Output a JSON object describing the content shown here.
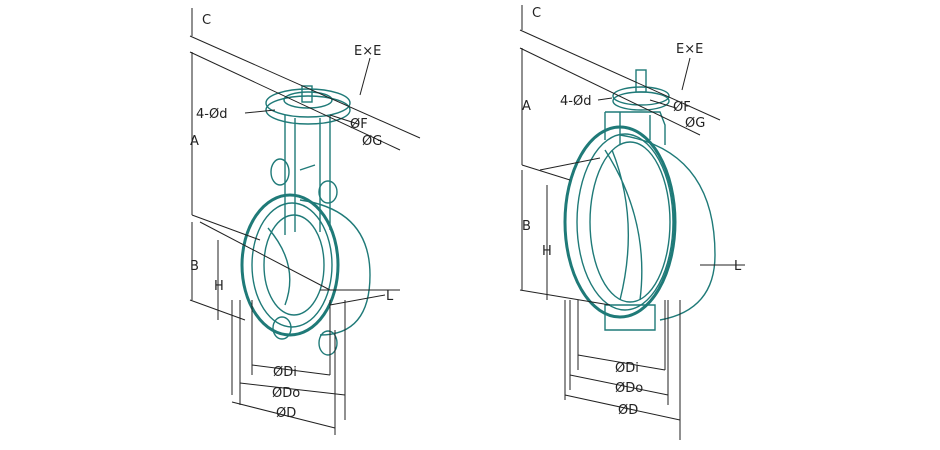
{
  "colors": {
    "body": "#1f7a78",
    "dimension": "#222222",
    "background": "#ffffff"
  },
  "left_valve": {
    "labels": {
      "C": "C",
      "ExE": "E×E",
      "bolt_holes": "4-Ød",
      "F": "ØF",
      "G": "ØG",
      "A": "A",
      "B": "B",
      "H": "H",
      "L": "L",
      "Di": "ØDi",
      "Do": "ØDo",
      "D": "ØD"
    }
  },
  "right_valve": {
    "labels": {
      "C": "C",
      "ExE": "E×E",
      "bolt_holes": "4-Ød",
      "F": "ØF",
      "G": "ØG",
      "A": "A",
      "B": "B",
      "H": "H",
      "L": "L",
      "Di": "ØDi",
      "Do": "ØDo",
      "D": "ØD"
    }
  }
}
